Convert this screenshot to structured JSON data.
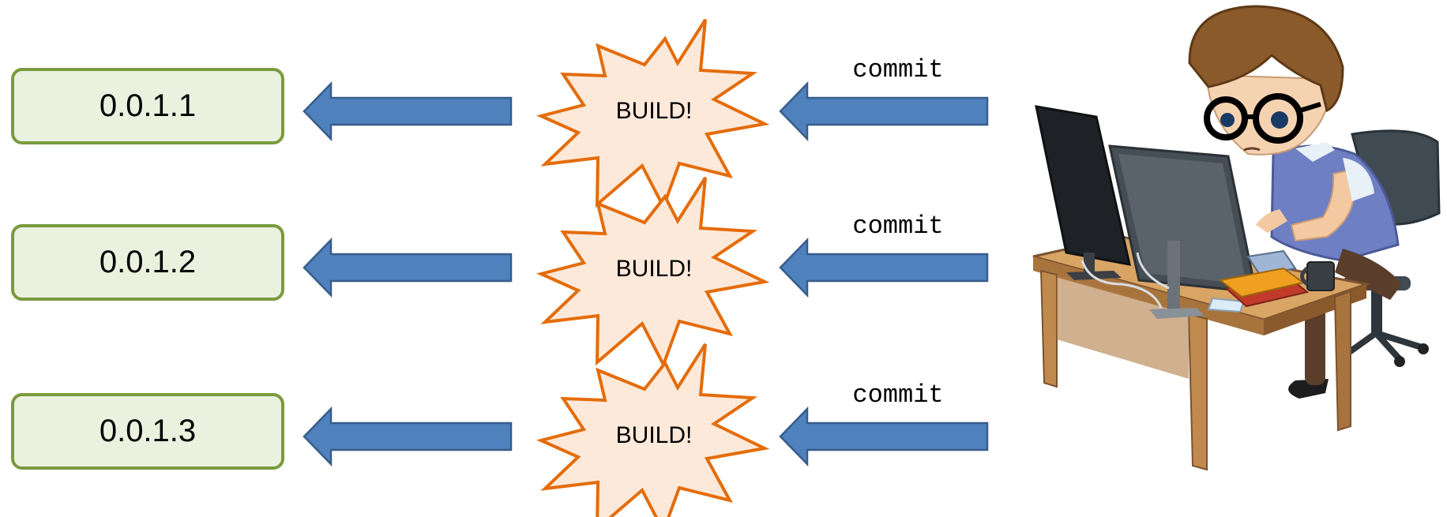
{
  "rows": [
    {
      "version": "0.0.1.1",
      "build_label": "BUILD!",
      "commit_label": "commit"
    },
    {
      "version": "0.0.1.2",
      "build_label": "BUILD!",
      "commit_label": "commit"
    },
    {
      "version": "0.0.1.3",
      "build_label": "BUILD!",
      "commit_label": "commit"
    }
  ],
  "colors": {
    "arrow_fill": "#4f81bd",
    "arrow_stroke": "#385d8a",
    "burst_fill": "#fde9d9",
    "burst_stroke": "#e46c0a",
    "version_fill": "#ebf1df",
    "version_stroke": "#7a9a3e"
  },
  "illustration": "developer-at-computer"
}
